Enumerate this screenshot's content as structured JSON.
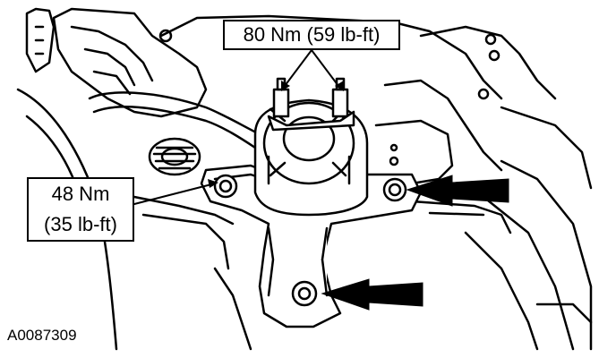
{
  "callouts": {
    "top": "80 Nm (59 lb-ft)",
    "left_line1": "48 Nm",
    "left_line2": "(35 lb-ft)"
  },
  "figure_id": "A0087309",
  "colors": {
    "line": "#000000",
    "background": "#ffffff",
    "fill": "#ffffff"
  }
}
